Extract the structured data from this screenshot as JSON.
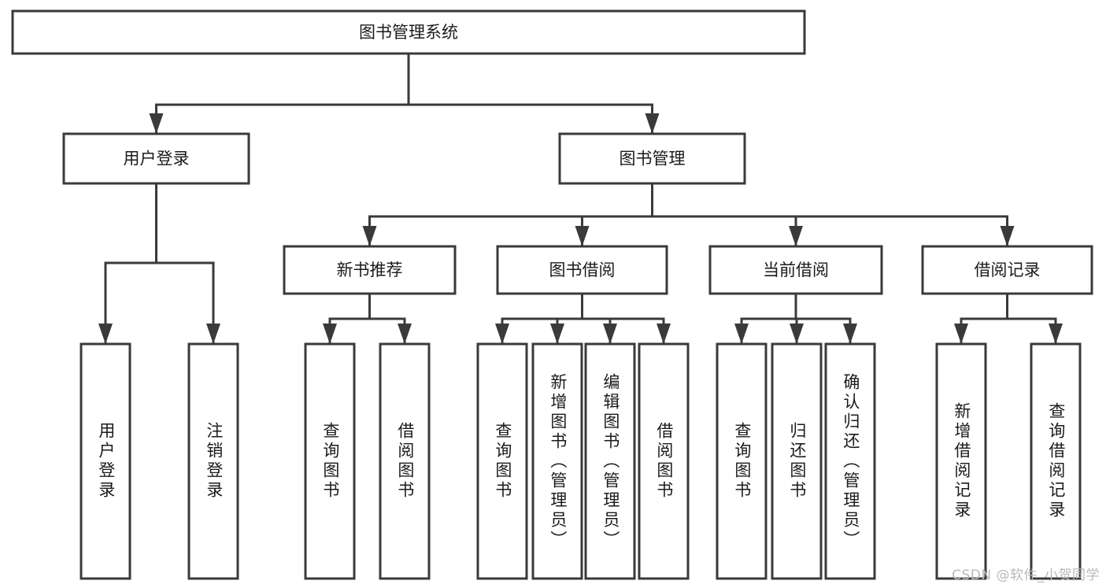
{
  "diagram": {
    "title": "图书管理系统",
    "type": "hierarchy-tree",
    "colors": {
      "stroke": "#3a3a3a",
      "box_fill": "#ffffff",
      "text": "#1b1b1b",
      "background": "#ffffff",
      "watermark": "#b9b9b9"
    },
    "root": {
      "label": "图书管理系统",
      "orientation": "horizontal"
    },
    "level2": [
      {
        "label": "用户登录",
        "orientation": "horizontal"
      },
      {
        "label": "图书管理",
        "orientation": "horizontal"
      }
    ],
    "level3": [
      {
        "label": "新书推荐",
        "orientation": "horizontal",
        "parent": "图书管理"
      },
      {
        "label": "图书借阅",
        "orientation": "horizontal",
        "parent": "图书管理"
      },
      {
        "label": "当前借阅",
        "orientation": "horizontal",
        "parent": "图书管理"
      },
      {
        "label": "借阅记录",
        "orientation": "horizontal",
        "parent": "图书管理"
      }
    ],
    "leaves": {
      "用户登录": [
        {
          "label": "用户登录",
          "orientation": "vertical"
        },
        {
          "label": "注销登录",
          "orientation": "vertical"
        }
      ],
      "新书推荐": [
        {
          "label": "查询图书",
          "orientation": "vertical"
        },
        {
          "label": "借阅图书",
          "orientation": "vertical"
        }
      ],
      "图书借阅": [
        {
          "label": "查询图书",
          "orientation": "vertical"
        },
        {
          "label": "新增图书（管理员）",
          "orientation": "vertical"
        },
        {
          "label": "编辑图书（管理员）",
          "orientation": "vertical"
        },
        {
          "label": "借阅图书",
          "orientation": "vertical"
        }
      ],
      "当前借阅": [
        {
          "label": "查询图书",
          "orientation": "vertical"
        },
        {
          "label": "归还图书",
          "orientation": "vertical"
        },
        {
          "label": "确认归还（管理员）",
          "orientation": "vertical"
        }
      ],
      "借阅记录": [
        {
          "label": "新增借阅记录",
          "orientation": "vertical"
        },
        {
          "label": "查询借阅记录",
          "orientation": "vertical"
        }
      ]
    }
  },
  "watermark": {
    "text": "CSDN @软件_小贺同学"
  }
}
